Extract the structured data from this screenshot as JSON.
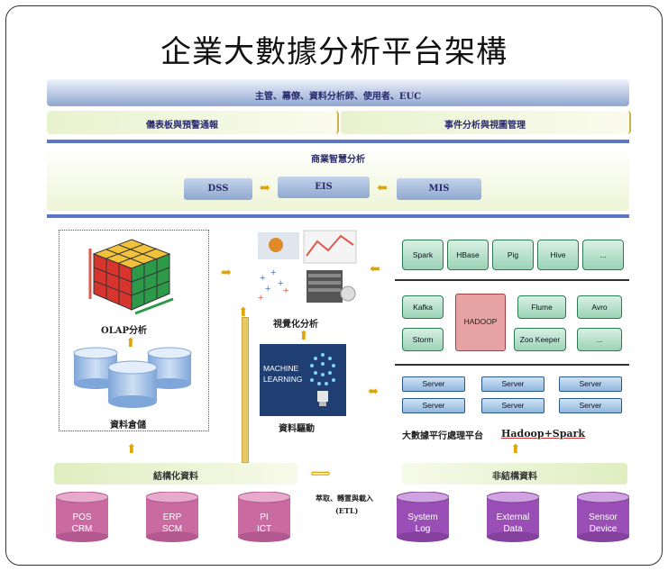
{
  "title": "企業大數據分析平台架構",
  "users_bar": "主管、幕僚、資料分析師、使用者、EUC",
  "dashboard": "儀表板與預警通報",
  "event_analysis": "事件分析與視圖管理",
  "bi_title": "商業智慧分析",
  "bi_boxes": [
    "DSS",
    "EIS",
    "MIS"
  ],
  "olap_label": "OLAP分析",
  "warehouse_label": "資料倉儲",
  "visual_label": "視覺化分析",
  "ml_text": [
    "MACHINE",
    "LEARNING"
  ],
  "data_driven_label": "資料驅動",
  "tech_row1": [
    "Spark",
    "HBase",
    "Pig",
    "Hive",
    "..."
  ],
  "tech_row2_left": [
    "Kafka",
    "Storm"
  ],
  "hadoop": "HADOOP",
  "tech_row2_right": [
    "Flume",
    "Avro",
    "Zoo Keeper",
    "..."
  ],
  "server_label": "Server",
  "platform_label": "大數據平行處理平台",
  "platform_tech": "Hadoop+Spark",
  "structured": "結構化資料",
  "unstructured": "非結構資料",
  "etl_line1": "萃取、轉置與載入",
  "etl_line2": "(ETL)",
  "sources_left": [
    [
      "POS",
      "CRM"
    ],
    [
      "ERP",
      "SCM"
    ],
    [
      "PI",
      "ICT"
    ]
  ],
  "sources_right": [
    [
      "System",
      "Log"
    ],
    [
      "External",
      "Data"
    ],
    [
      "Sensor",
      "Device"
    ]
  ],
  "colors": {
    "structured": "#c96aa1",
    "unstructured": "#9a4fb6",
    "arrow": "#e0a500"
  }
}
